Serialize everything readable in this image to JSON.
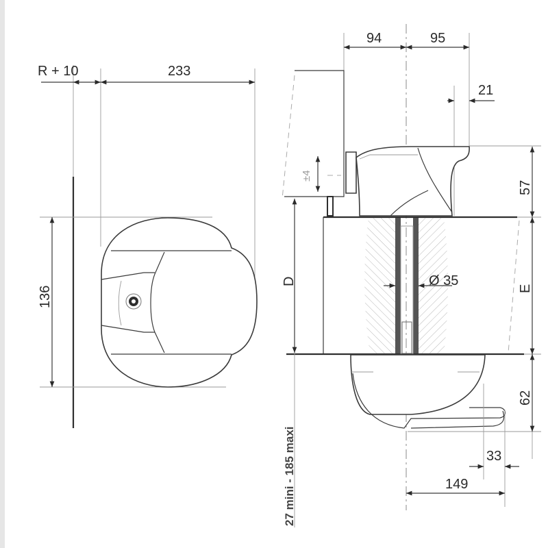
{
  "drawing": {
    "title": "Pintle / bearing assembly dimensional drawing",
    "colors": {
      "line": "#3a3a3a",
      "faint": "#9a9a9a",
      "background": "#ffffff",
      "strip": "#e6e6e6"
    }
  },
  "top_view": {
    "dimensions": {
      "offset_label": "R + 10",
      "length_label": "233",
      "width_label": "136"
    }
  },
  "side_view": {
    "dimensions": {
      "left_offset": "94",
      "right_offset": "95",
      "lip": "21",
      "top_height": "57",
      "adjust": "±4",
      "hole_diameter": "Ø 35",
      "deck_thickness_label": "D",
      "bearing_height_label": "E",
      "bottom_height": "62",
      "tab_width": "33",
      "tab_reach": "149",
      "range_label": "27 mini - 185 maxi"
    }
  }
}
